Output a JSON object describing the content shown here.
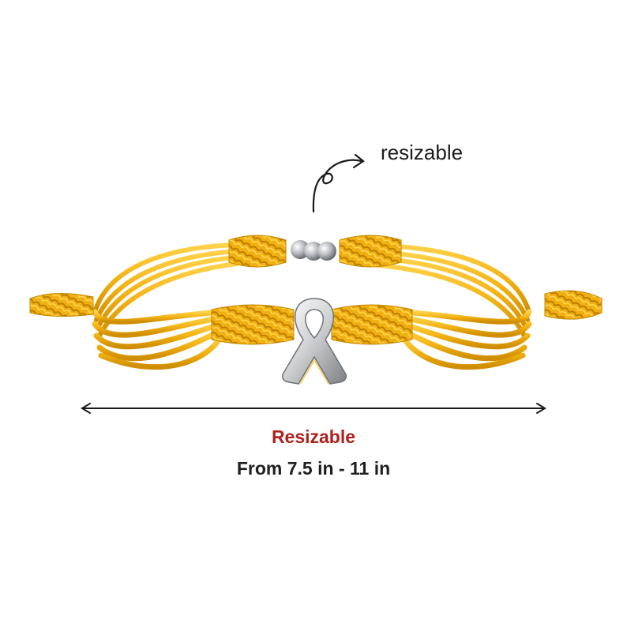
{
  "callout": {
    "label": "resizable"
  },
  "sizing": {
    "title": "Resizable",
    "range": "From 7.5 in - 11 in"
  },
  "colors": {
    "cord": "#f4b414",
    "cord_dark": "#c98a00",
    "cord_light": "#ffd24a",
    "charm": "#d4d6d8",
    "title_red": "#b0201d",
    "text_dark": "#1f1f1f"
  },
  "product": {
    "item": "yellow cord bracelet",
    "charm_icon": "awareness-ribbon-icon",
    "clasp_icon": "silver-bead-icon"
  }
}
